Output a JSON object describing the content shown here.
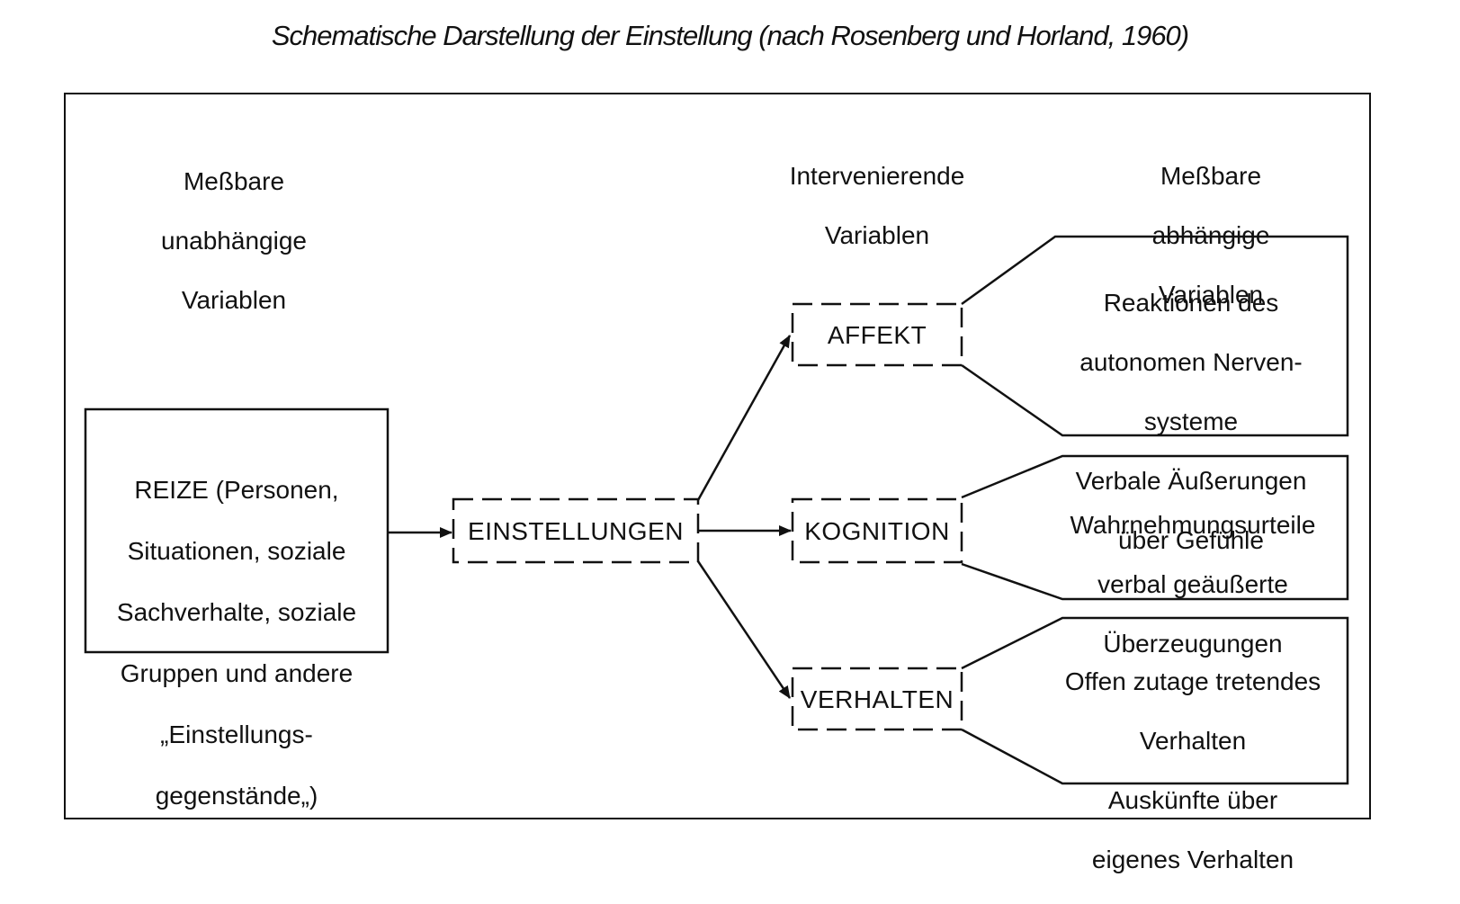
{
  "title": "Schematische Darstellung der Einstellung (nach Rosenberg und Horland, 1960)",
  "columns": {
    "independent": [
      "Meßbare",
      "unabhängige",
      "Variablen"
    ],
    "intervening": [
      "Intervenierende",
      "Variablen"
    ],
    "dependent": [
      "Meßbare",
      "abhängige",
      "Variablen"
    ]
  },
  "stimulus": {
    "lines": [
      "REIZE (Personen,",
      "Situationen, soziale",
      "Sachverhalte, soziale",
      "Gruppen und andere",
      "„Einstellungs-",
      "gegenstände„)"
    ]
  },
  "central_node": "EINSTELLUNGEN",
  "components": [
    {
      "label": "AFFEKT",
      "responses": [
        "Reaktionen des",
        "autonomen Nerven-",
        "systeme",
        "Verbale Äußerungen",
        "über Gefühle"
      ]
    },
    {
      "label": "KOGNITION",
      "responses": [
        "Wahrnehmungsurteile",
        "verbal geäußerte",
        "Überzeugungen"
      ]
    },
    {
      "label": "VERHALTEN",
      "responses": [
        "Offen zutage tretendes",
        "Verhalten",
        "Auskünfte über",
        "eigenes Verhalten"
      ]
    }
  ]
}
